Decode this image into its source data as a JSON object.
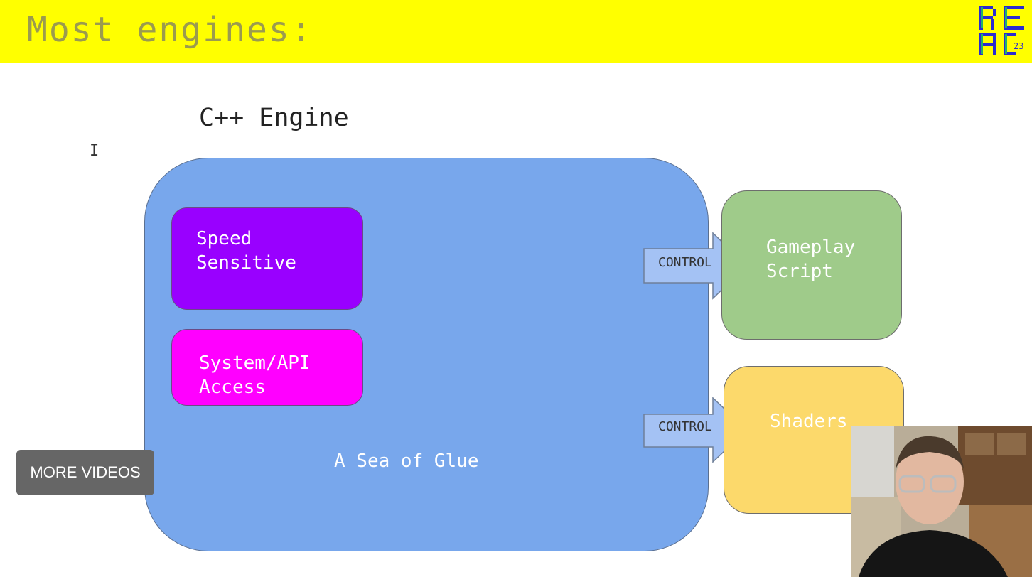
{
  "slide": {
    "title": "Most engines:",
    "logo_icon": "reac-2023-logo",
    "engine_label": "C++ Engine",
    "cursor_glyph": "I",
    "speed_sensitive_line1": "Speed",
    "speed_sensitive_line2": "Sensitive",
    "system_api_line1": "System/API",
    "system_api_line2": "Access",
    "glue_label": "A Sea of Glue",
    "arrow_top_label": "CONTROL",
    "arrow_bottom_label": "CONTROL",
    "gameplay_line1": "Gameplay",
    "gameplay_line2": "Script",
    "shaders_label": "Shaders"
  },
  "overlay": {
    "more_videos_label": "MORE VIDEOS"
  },
  "colors": {
    "header": "#ffff00",
    "engine": "#78a7ec",
    "speed": "#9900ff",
    "system": "#ff00ff",
    "gameplay": "#9fcb8a",
    "shaders": "#fcd96b",
    "arrow": "#a4c2f4"
  }
}
